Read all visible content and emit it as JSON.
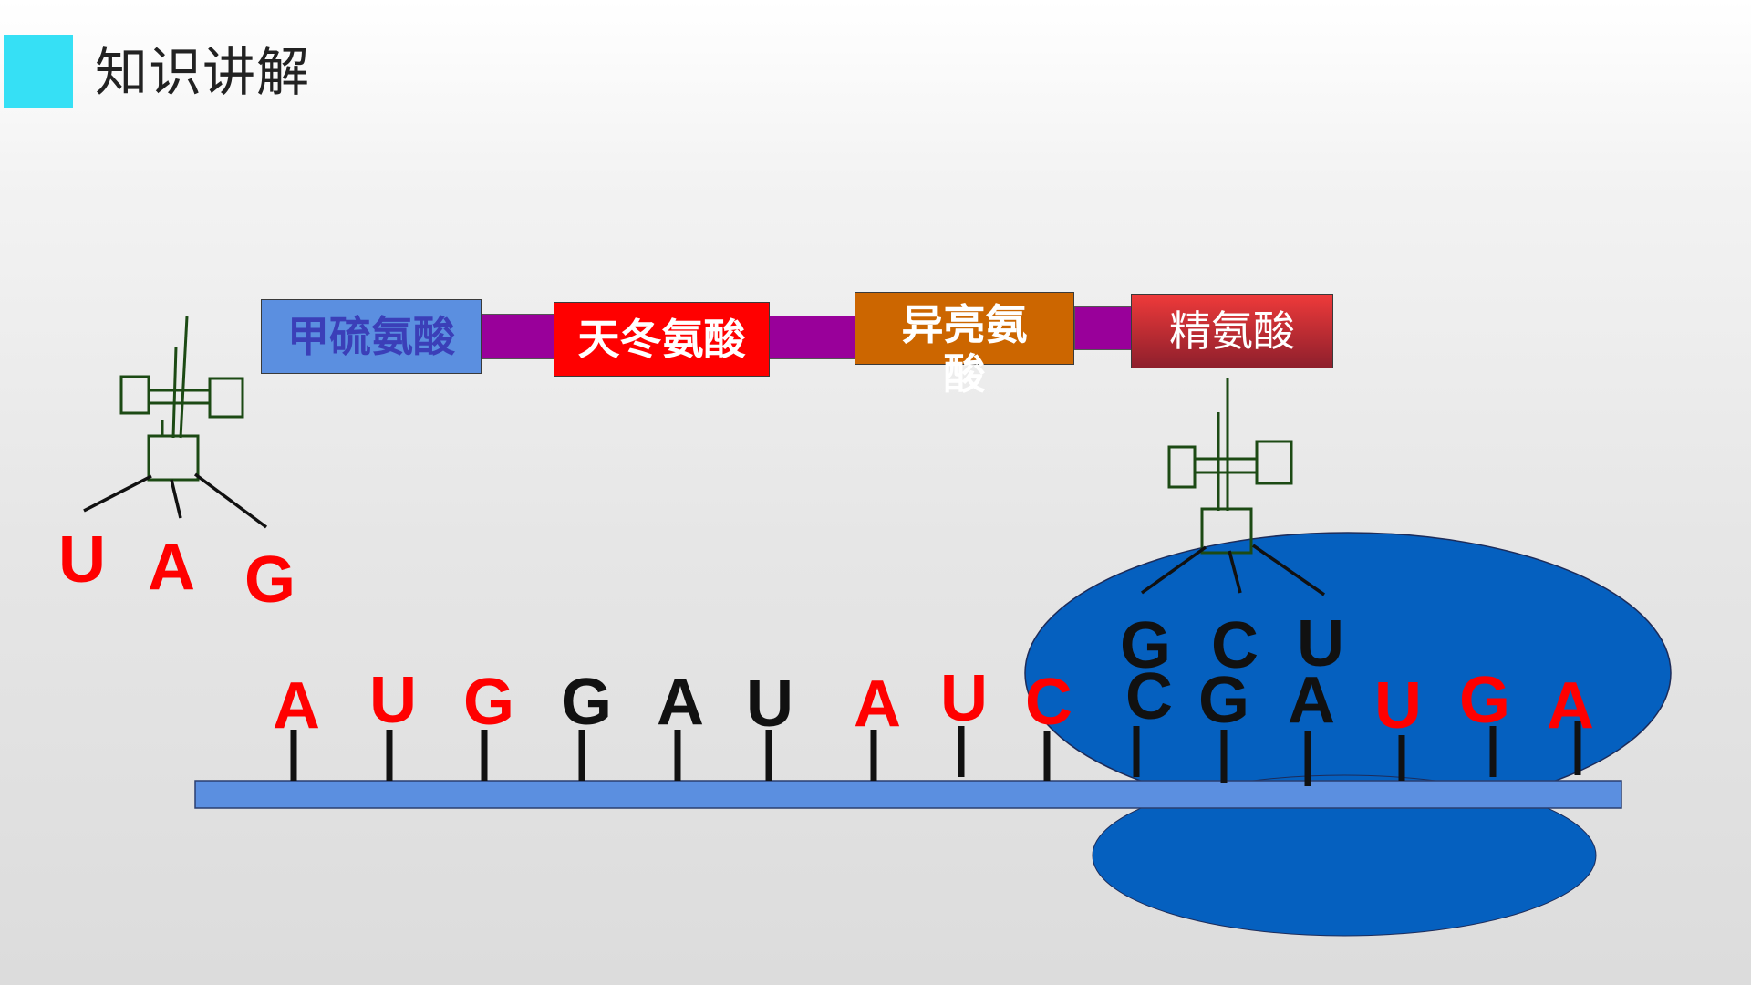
{
  "slide": {
    "title": "知识讲解"
  },
  "colors": {
    "title_square": "#36e0f5",
    "red_base": "#ff0000",
    "black_base": "#111111",
    "mrna_strand": "#5b8fe0",
    "ribosome": "#0560bf",
    "linker": "#99009a",
    "trna_outline": "#1c4a14"
  },
  "peptide_chain": [
    {
      "name": "甲硫氨酸",
      "bg": "#5b8fe0",
      "text_color": "#3b3fb8"
    },
    {
      "name": "天冬氨酸",
      "bg": "#ff0000",
      "text_color": "#ffffff"
    },
    {
      "name": "异亮氨酸",
      "bg": "#cc6600",
      "text_color": "#ffffff"
    },
    {
      "name": "精氨酸",
      "bg": "#a8283a",
      "text_color": "#ffffff"
    }
  ],
  "trna_left": {
    "anticodon": [
      {
        "base": "U",
        "color": "#ff0000"
      },
      {
        "base": "A",
        "color": "#ff0000"
      },
      {
        "base": "G",
        "color": "#ff0000"
      }
    ]
  },
  "trna_right": {
    "anticodon": [
      {
        "base": "G",
        "color": "#111111"
      },
      {
        "base": "C",
        "color": "#111111"
      },
      {
        "base": "U",
        "color": "#111111"
      }
    ]
  },
  "mrna": {
    "bases": [
      {
        "base": "A",
        "color": "#ff0000"
      },
      {
        "base": "U",
        "color": "#ff0000"
      },
      {
        "base": "G",
        "color": "#ff0000"
      },
      {
        "base": "G",
        "color": "#111111"
      },
      {
        "base": "A",
        "color": "#111111"
      },
      {
        "base": "U",
        "color": "#111111"
      },
      {
        "base": "A",
        "color": "#ff0000"
      },
      {
        "base": "U",
        "color": "#ff0000"
      },
      {
        "base": "C",
        "color": "#ff0000"
      },
      {
        "base": "C",
        "color": "#111111"
      },
      {
        "base": "G",
        "color": "#111111"
      },
      {
        "base": "A",
        "color": "#111111"
      },
      {
        "base": "U",
        "color": "#ff0000"
      },
      {
        "base": "G",
        "color": "#ff0000"
      },
      {
        "base": "A",
        "color": "#ff0000"
      }
    ]
  }
}
